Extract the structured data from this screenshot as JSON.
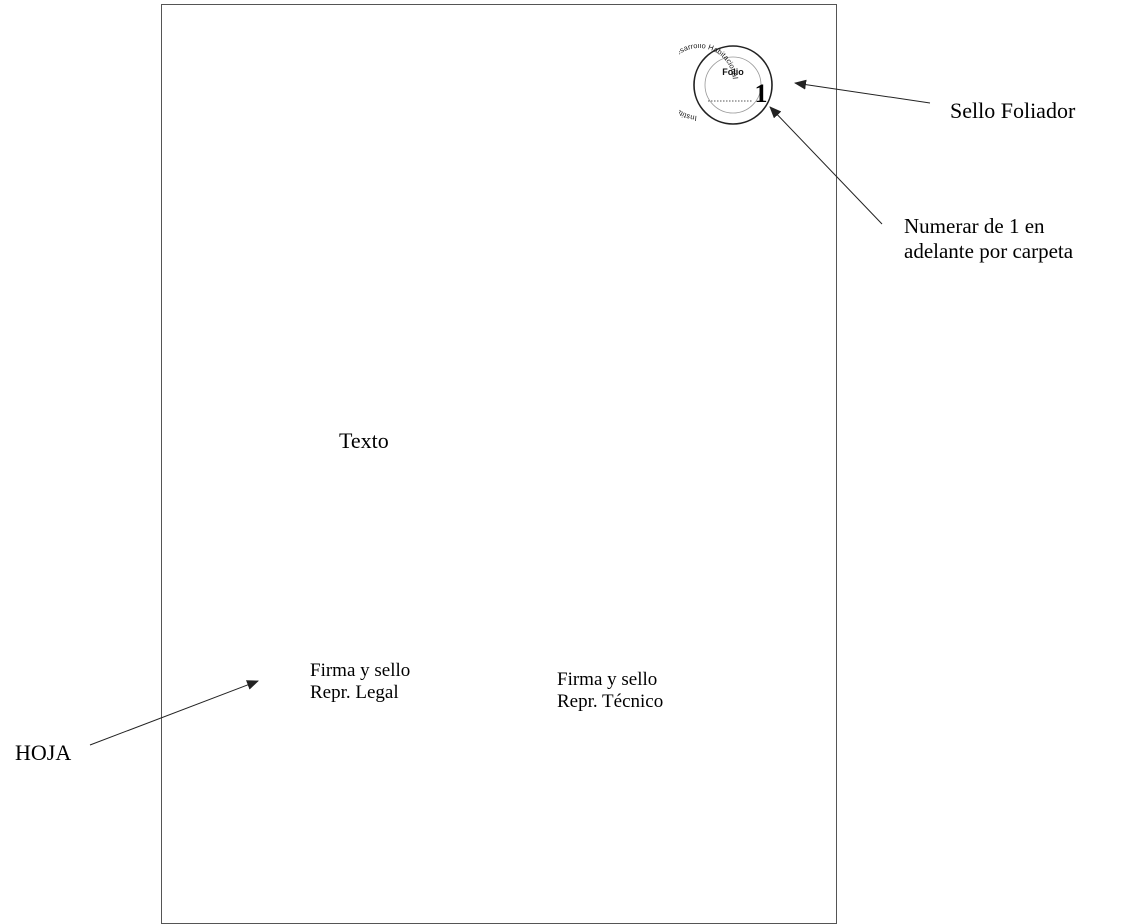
{
  "sheet": {
    "body_text": "Texto",
    "signatures": {
      "legal": {
        "line1": "Firma y sello",
        "line2": "Repr. Legal"
      },
      "technical": {
        "line1": "Firma y sello",
        "line2": "Repr. Técnico"
      }
    }
  },
  "stamp": {
    "ring_text": "Instituto Provincial De Desarrollo Habitacional",
    "label": "Folio",
    "number": "1"
  },
  "callouts": {
    "stamp_label": "Sello Foliador",
    "numbering_note_line1": "Numerar de 1 en",
    "numbering_note_line2": "adelante por carpeta",
    "sheet_label": "HOJA"
  }
}
